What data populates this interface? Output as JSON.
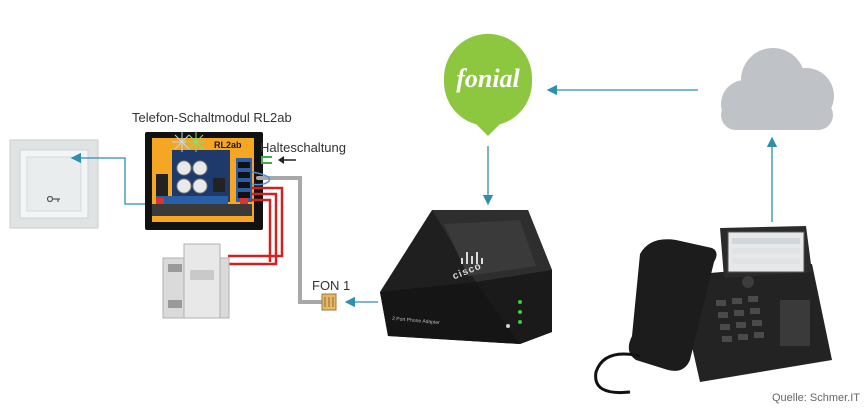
{
  "labels": {
    "module_title": "Telefon-Schaltmodul RL2ab",
    "module_brand": "RL2ab",
    "halteschaltung": "Halteschaltung",
    "fon1": "FON 1",
    "fonial_logo": "fonial",
    "cisco_logo": "cisco",
    "adapter_caption": "2 Port Phone Adapter",
    "source": "Quelle: Schmer.IT"
  },
  "colors": {
    "arrow_blue": "#2f8fb0",
    "fonial_green": "#8dc63f",
    "cloud_gray": "#bfc3c8",
    "wire_red": "#d42020",
    "wire_gray": "#a8a8a8",
    "module_orange": "#f5a623",
    "hold_green": "#3cb043"
  }
}
